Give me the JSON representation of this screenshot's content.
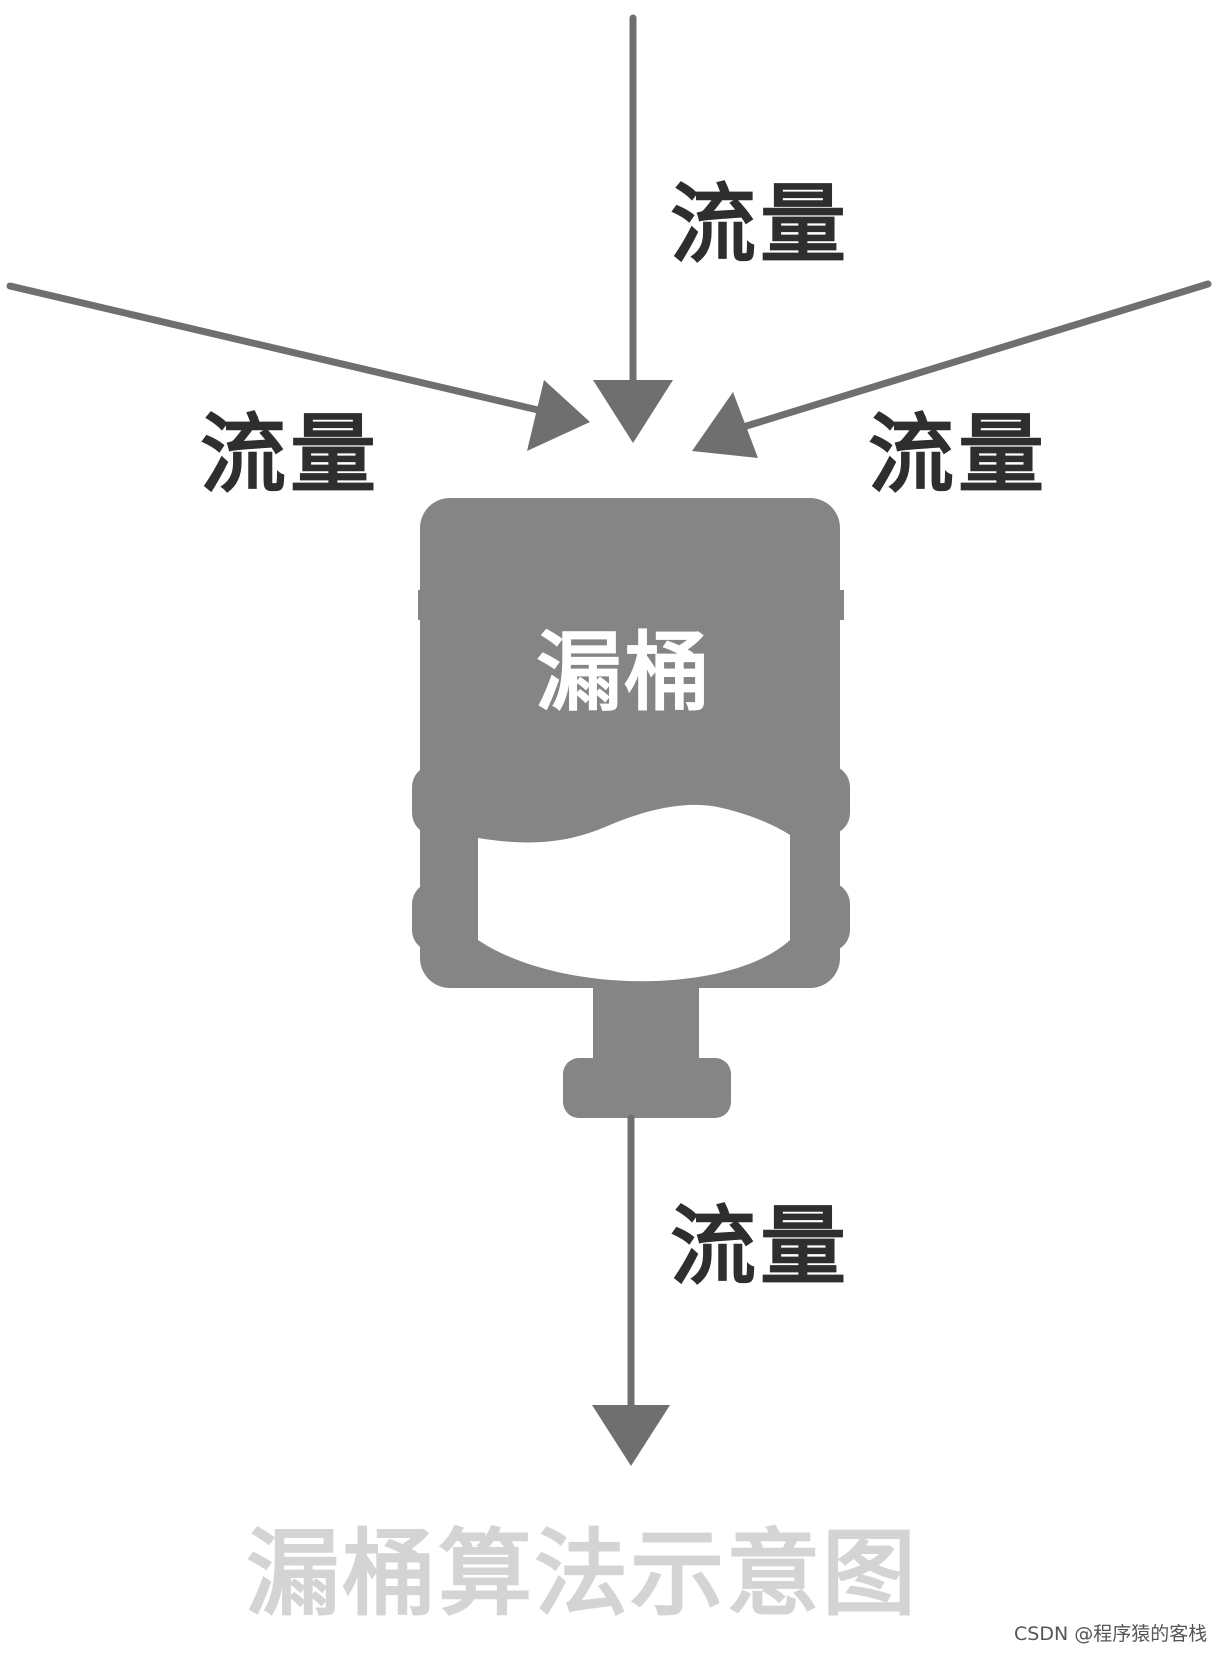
{
  "labels": {
    "top_flow": "流量",
    "left_flow": "流量",
    "right_flow": "流量",
    "bucket": "漏桶",
    "bottom_flow": "流量"
  },
  "caption": "漏桶算法示意图",
  "watermark": "CSDN @程序猿的客栈",
  "colors": {
    "arrow": "#6f6f6f",
    "bucket": "#858585",
    "label_text": "#2e2e2e",
    "caption_text": "#d4d4d4"
  },
  "icons": {
    "bucket": "leaky-bucket-icon",
    "arrow": "arrow-icon"
  }
}
